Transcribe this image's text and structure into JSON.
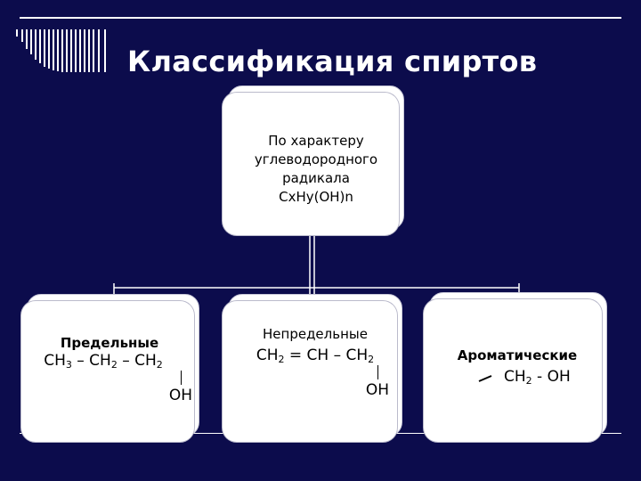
{
  "title": "Классификация спиртов",
  "root": {
    "lines": [
      "По характеру",
      "углеводородного",
      "радикала",
      "CxHy(OH)n"
    ]
  },
  "children": [
    {
      "label": "Предельные",
      "formula": [
        {
          "t": "CH"
        },
        {
          "s": "3"
        },
        {
          "t": " – CH"
        },
        {
          "s": "2"
        },
        {
          "t": " – CH"
        },
        {
          "s": "2"
        }
      ],
      "oh": "OH"
    },
    {
      "label": "Непредельные",
      "formula": [
        {
          "t": "CH"
        },
        {
          "s": "2"
        },
        {
          "t": " = CH – CH"
        },
        {
          "s": "2"
        }
      ],
      "oh": "OH"
    },
    {
      "label": "Ароматические",
      "formula": [
        {
          "t": "CH"
        },
        {
          "s": "2"
        },
        {
          "t": " - OH"
        }
      ]
    }
  ]
}
